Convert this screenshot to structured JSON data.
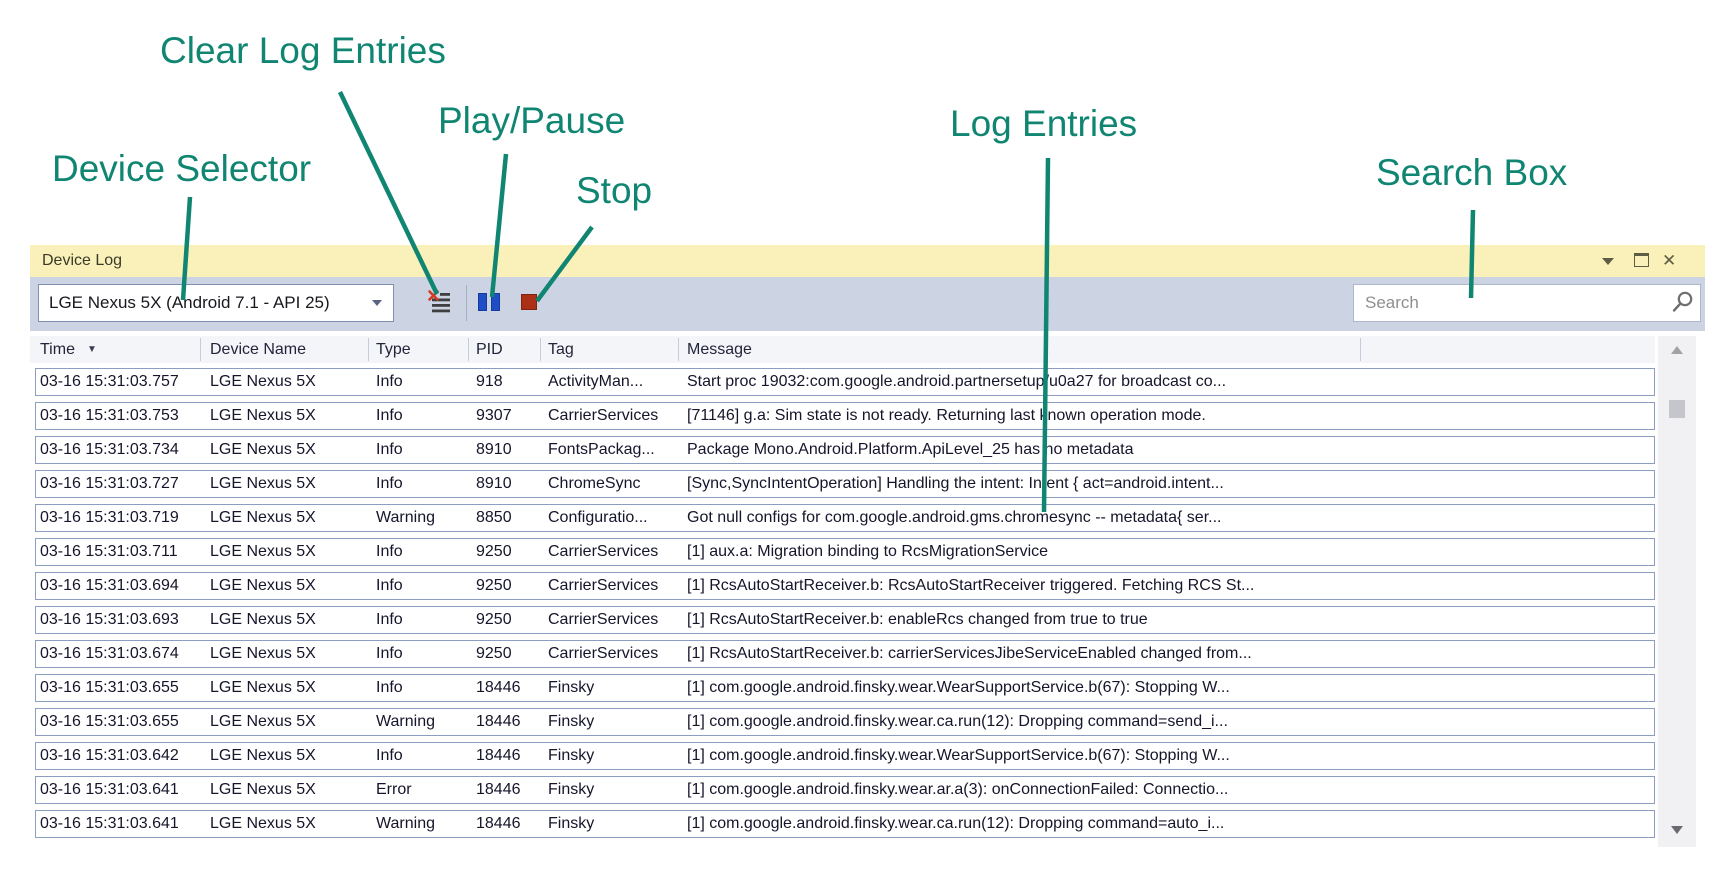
{
  "annotations": {
    "device_selector": "Device Selector",
    "clear_log": "Clear Log Entries",
    "play_pause": "Play/Pause",
    "stop": "Stop",
    "log_entries": "Log Entries",
    "search_box": "Search Box"
  },
  "window": {
    "title": "Device Log",
    "menu_glyph": "▾",
    "close_glyph": "✕"
  },
  "toolbar": {
    "device_selector_value": "LGE Nexus 5X (Android 7.1 - API 25)",
    "search_placeholder": "Search"
  },
  "log": {
    "columns": [
      "Time",
      "Device Name",
      "Type",
      "PID",
      "Tag",
      "Message"
    ],
    "sort_glyph": "▼",
    "rows": [
      {
        "time": "03-16 15:31:03.757",
        "device": "LGE Nexus 5X",
        "type": "Info",
        "pid": "918",
        "tag": "ActivityMan...",
        "message": "Start proc 19032:com.google.android.partnersetup/u0a27 for broadcast co..."
      },
      {
        "time": "03-16 15:31:03.753",
        "device": "LGE Nexus 5X",
        "type": "Info",
        "pid": "9307",
        "tag": "CarrierServices",
        "message": "[71146] g.a: Sim state is not ready. Returning last known operation mode."
      },
      {
        "time": "03-16 15:31:03.734",
        "device": "LGE Nexus 5X",
        "type": "Info",
        "pid": "8910",
        "tag": "FontsPackag...",
        "message": "Package Mono.Android.Platform.ApiLevel_25 has no metadata"
      },
      {
        "time": "03-16 15:31:03.727",
        "device": "LGE Nexus 5X",
        "type": "Info",
        "pid": "8910",
        "tag": "ChromeSync",
        "message": "[Sync,SyncIntentOperation] Handling the intent: Intent { act=android.intent..."
      },
      {
        "time": "03-16 15:31:03.719",
        "device": "LGE Nexus 5X",
        "type": "Warning",
        "pid": "8850",
        "tag": "Configuratio...",
        "message": "Got null configs for com.google.android.gms.chromesync -- metadata{ ser..."
      },
      {
        "time": "03-16 15:31:03.711",
        "device": "LGE Nexus 5X",
        "type": "Info",
        "pid": "9250",
        "tag": "CarrierServices",
        "message": "[1] aux.a: Migration binding to RcsMigrationService"
      },
      {
        "time": "03-16 15:31:03.694",
        "device": "LGE Nexus 5X",
        "type": "Info",
        "pid": "9250",
        "tag": "CarrierServices",
        "message": "[1] RcsAutoStartReceiver.b: RcsAutoStartReceiver triggered. Fetching RCS St..."
      },
      {
        "time": "03-16 15:31:03.693",
        "device": "LGE Nexus 5X",
        "type": "Info",
        "pid": "9250",
        "tag": "CarrierServices",
        "message": "[1] RcsAutoStartReceiver.b: enableRcs changed from true to true"
      },
      {
        "time": "03-16 15:31:03.674",
        "device": "LGE Nexus 5X",
        "type": "Info",
        "pid": "9250",
        "tag": "CarrierServices",
        "message": "[1] RcsAutoStartReceiver.b: carrierServicesJibeServiceEnabled changed from..."
      },
      {
        "time": "03-16 15:31:03.655",
        "device": "LGE Nexus 5X",
        "type": "Info",
        "pid": "18446",
        "tag": "Finsky",
        "message": "[1] com.google.android.finsky.wear.WearSupportService.b(67): Stopping W..."
      },
      {
        "time": "03-16 15:31:03.655",
        "device": "LGE Nexus 5X",
        "type": "Warning",
        "pid": "18446",
        "tag": "Finsky",
        "message": "[1] com.google.android.finsky.wear.ca.run(12): Dropping command=send_i..."
      },
      {
        "time": "03-16 15:31:03.642",
        "device": "LGE Nexus 5X",
        "type": "Info",
        "pid": "18446",
        "tag": "Finsky",
        "message": "[1] com.google.android.finsky.wear.WearSupportService.b(67): Stopping W..."
      },
      {
        "time": "03-16 15:31:03.641",
        "device": "LGE Nexus 5X",
        "type": "Error",
        "pid": "18446",
        "tag": "Finsky",
        "message": "[1] com.google.android.finsky.wear.ar.a(3): onConnectionFailed: Connectio..."
      },
      {
        "time": "03-16 15:31:03.641",
        "device": "LGE Nexus 5X",
        "type": "Warning",
        "pid": "18446",
        "tag": "Finsky",
        "message": "[1] com.google.android.finsky.wear.ca.run(12): Dropping command=auto_i..."
      }
    ]
  },
  "colors": {
    "annotation_teal": "#108672",
    "titlebar_yellow": "#faf1ba",
    "toolbar_blue_gray": "#ccd4e4",
    "pause_blue": "#1d4ec5",
    "stop_red": "#ab3015",
    "clear_x_red": "#d43a20",
    "row_border": "#8d9dc1"
  }
}
